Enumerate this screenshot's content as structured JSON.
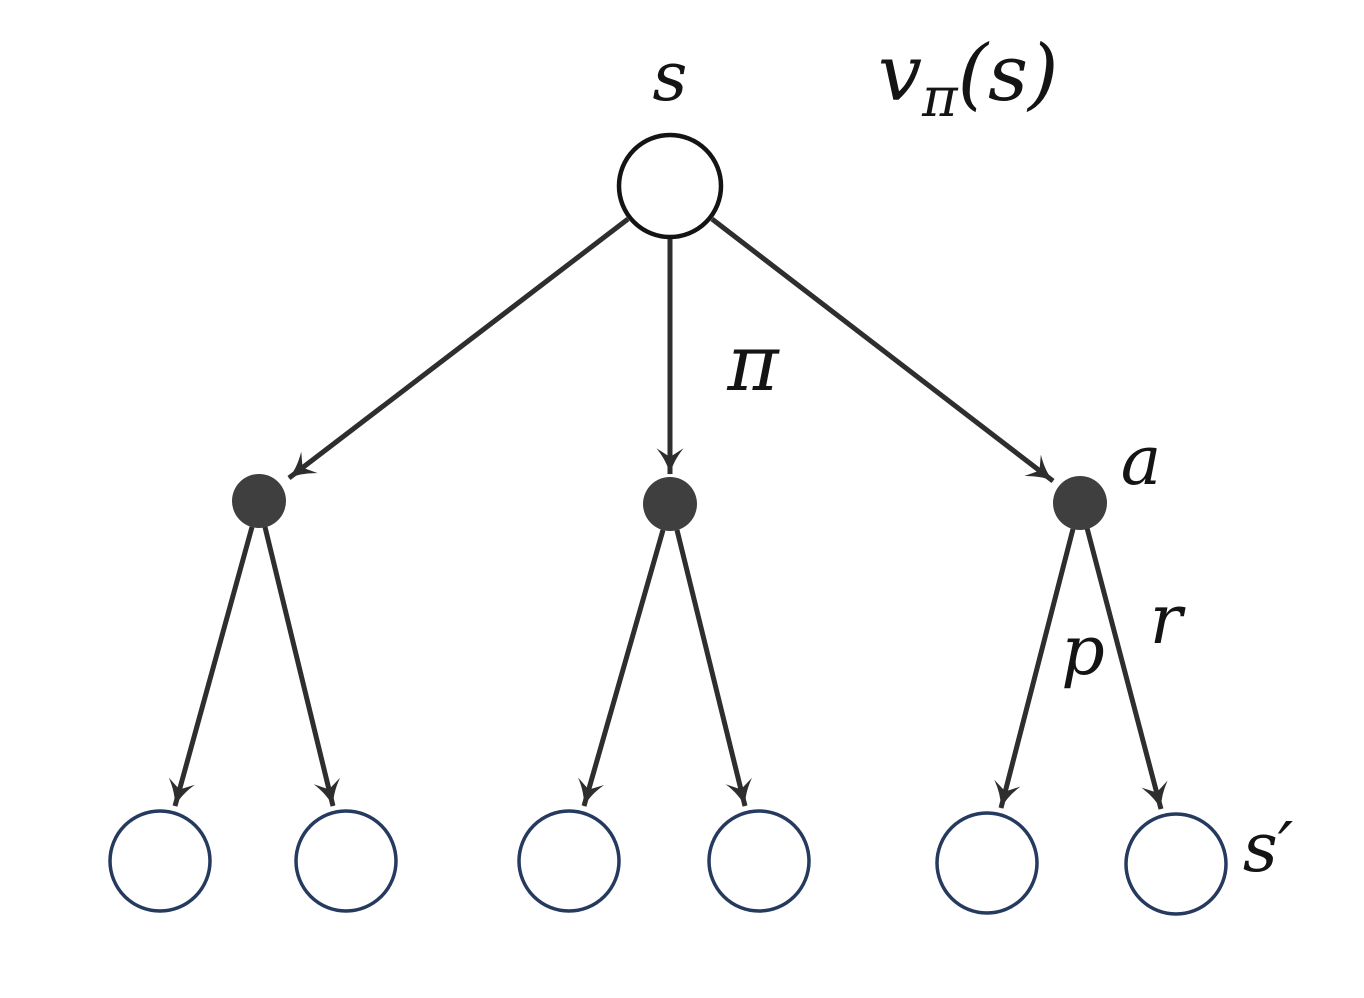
{
  "diagram": {
    "kind": "backup-diagram-tree",
    "labels": {
      "root_state": "s",
      "value": {
        "base": "v",
        "sub": "π",
        "args": "(s)"
      },
      "policy": "π",
      "action": "a",
      "probability": "p",
      "reward": "r",
      "next_state": "s′"
    },
    "colors": {
      "edge": "#2e2e2e",
      "state_stroke": "#141414",
      "state_fill": "#ffffff",
      "action_fill": "#3f3f3f",
      "next_state_stroke": "#253a5e",
      "background": "#ffffff"
    },
    "counts": {
      "action_nodes": "3",
      "next_state_nodes": "6"
    }
  }
}
